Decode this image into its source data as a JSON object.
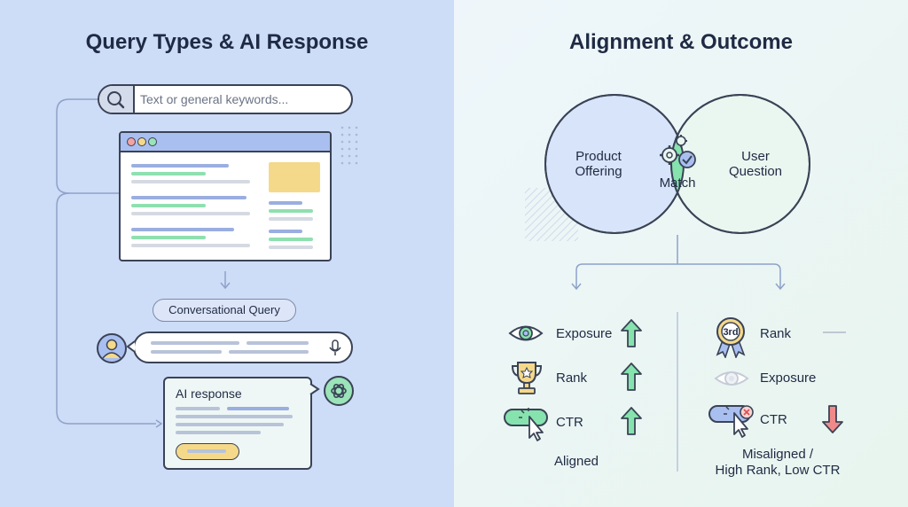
{
  "left": {
    "title": "Query Types & AI Response",
    "search": {
      "placeholder": "Text or general keywords..."
    },
    "conversational_label": "Conversational Query",
    "ai_response_label": "AI response"
  },
  "right": {
    "title": "Alignment & Outcome",
    "venn": {
      "left_circle": "Product Offering",
      "intersection": "Match",
      "right_circle": "User Question"
    },
    "aligned": {
      "metrics": [
        {
          "label": "Exposure",
          "trend": "up",
          "icon": "eye-icon"
        },
        {
          "label": "Rank",
          "trend": "up",
          "icon": "trophy-icon"
        },
        {
          "label": "CTR",
          "trend": "up",
          "icon": "cursor-click-icon"
        }
      ],
      "caption": "Aligned"
    },
    "misaligned": {
      "metrics": [
        {
          "label": "Rank",
          "trend": "flat",
          "icon": "medal-3rd-icon",
          "badge": "3rd"
        },
        {
          "label": "Exposure",
          "trend": "none",
          "icon": "eye-faded-icon"
        },
        {
          "label": "CTR",
          "trend": "down",
          "icon": "cursor-blocked-icon"
        }
      ],
      "caption_line1": "Misaligned /",
      "caption_line2": "High Rank, Low CTR"
    }
  },
  "colors": {
    "left_bg": "#cddcf7",
    "right_bg": "#eaf5f1",
    "green": "#86e3ad",
    "blue": "#a9bff0",
    "yellow": "#f5d98a",
    "red": "#f08a8a",
    "outline": "#3a4356"
  }
}
